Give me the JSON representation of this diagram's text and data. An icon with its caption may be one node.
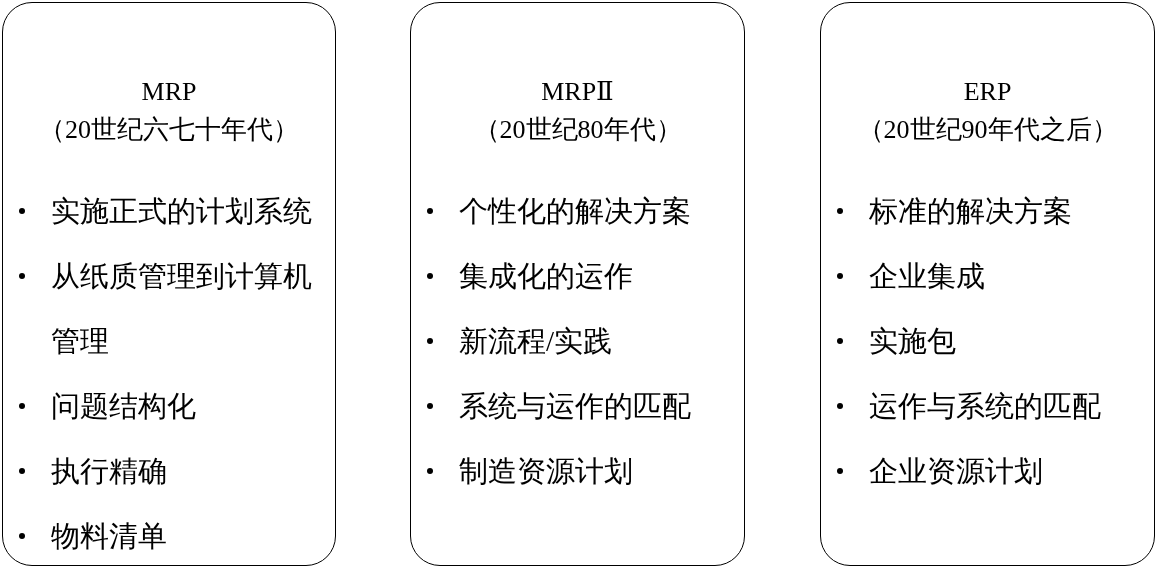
{
  "diagram": {
    "nodes": [
      {
        "text": [
          "MRP",
          "（20世纪六七十年代）",
          "实施正式的计划系统",
          "从纸质管理到计算机管理",
          "问题结构化",
          "执行精确",
          "物料清单"
        ]
      },
      {
        "text": [
          "MRPⅡ",
          "（20世纪80年代）",
          "个性化的解决方案",
          "集成化的运作",
          "新流程/实践",
          "系统与运作的匹配",
          "制造资源计划"
        ]
      },
      {
        "text": [
          "ERP",
          "（20世纪90年代之后）",
          "标准的解决方案",
          "企业集成",
          "实施包",
          "运作与系统的匹配",
          "企业资源计划"
        ]
      }
    ]
  }
}
